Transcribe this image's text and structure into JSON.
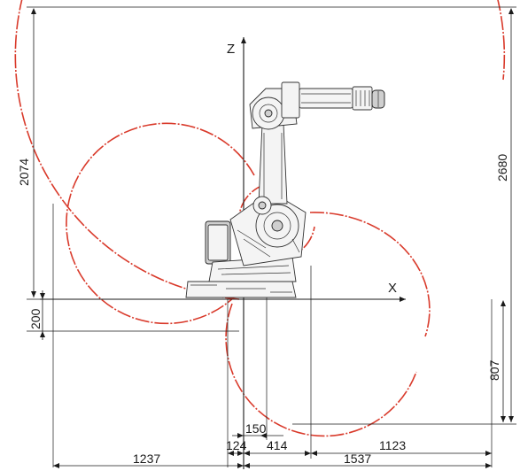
{
  "axes": {
    "x_label": "X",
    "z_label": "Z"
  },
  "dimensions": {
    "total_height_left": "2074",
    "total_height_right": "2680",
    "base_offset": "200",
    "reach_below": "807",
    "bottom_row1": [
      "124",
      "414",
      "1123"
    ],
    "bottom_row2": [
      "1237",
      "1537"
    ],
    "small_offset": "150"
  },
  "colors": {
    "envelope": "#d93a2b",
    "lines": "#1a1a1a"
  }
}
